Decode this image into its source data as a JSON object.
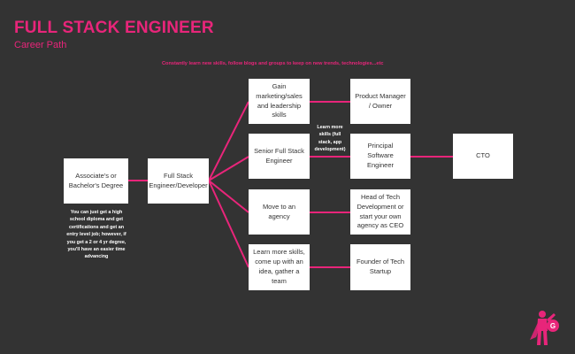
{
  "header": {
    "title": "FULL STACK ENGINEER",
    "subtitle": "Career Path",
    "tagline": "Constantly learn new skills, follow blogs and groups to keep on new trends, technologies...etc"
  },
  "nodes": {
    "degree": "Associate's or Bachelor's Degree",
    "fullstack": "Full Stack Engineer/Developer",
    "marketing": "Gain marketing/sales and leadership skills",
    "senior": "Senior Full Stack Engineer",
    "agency": "Move to an agency",
    "learn_more": "Learn more skills, come up with an idea, gather a team",
    "pm": "Product Manager / Owner",
    "principal": "Principal Software Engineer",
    "head_tech": "Head of Tech Development or start your own agency as CEO",
    "founder": "Founder of Tech Startup",
    "cto": "CTO"
  },
  "notes": {
    "degree_note": "You can just get a high school diploma and get certifications and get an entry level job; however, if you get a 2 or 4 yr degree, you'll have an easier time advancing",
    "skills_note": "Learn more skills (full stack, app development)"
  },
  "colors": {
    "background": "#333333",
    "accent": "#e8257a",
    "box": "#ffffff"
  },
  "icons": {
    "mascot": "superhero-mascot-icon"
  }
}
